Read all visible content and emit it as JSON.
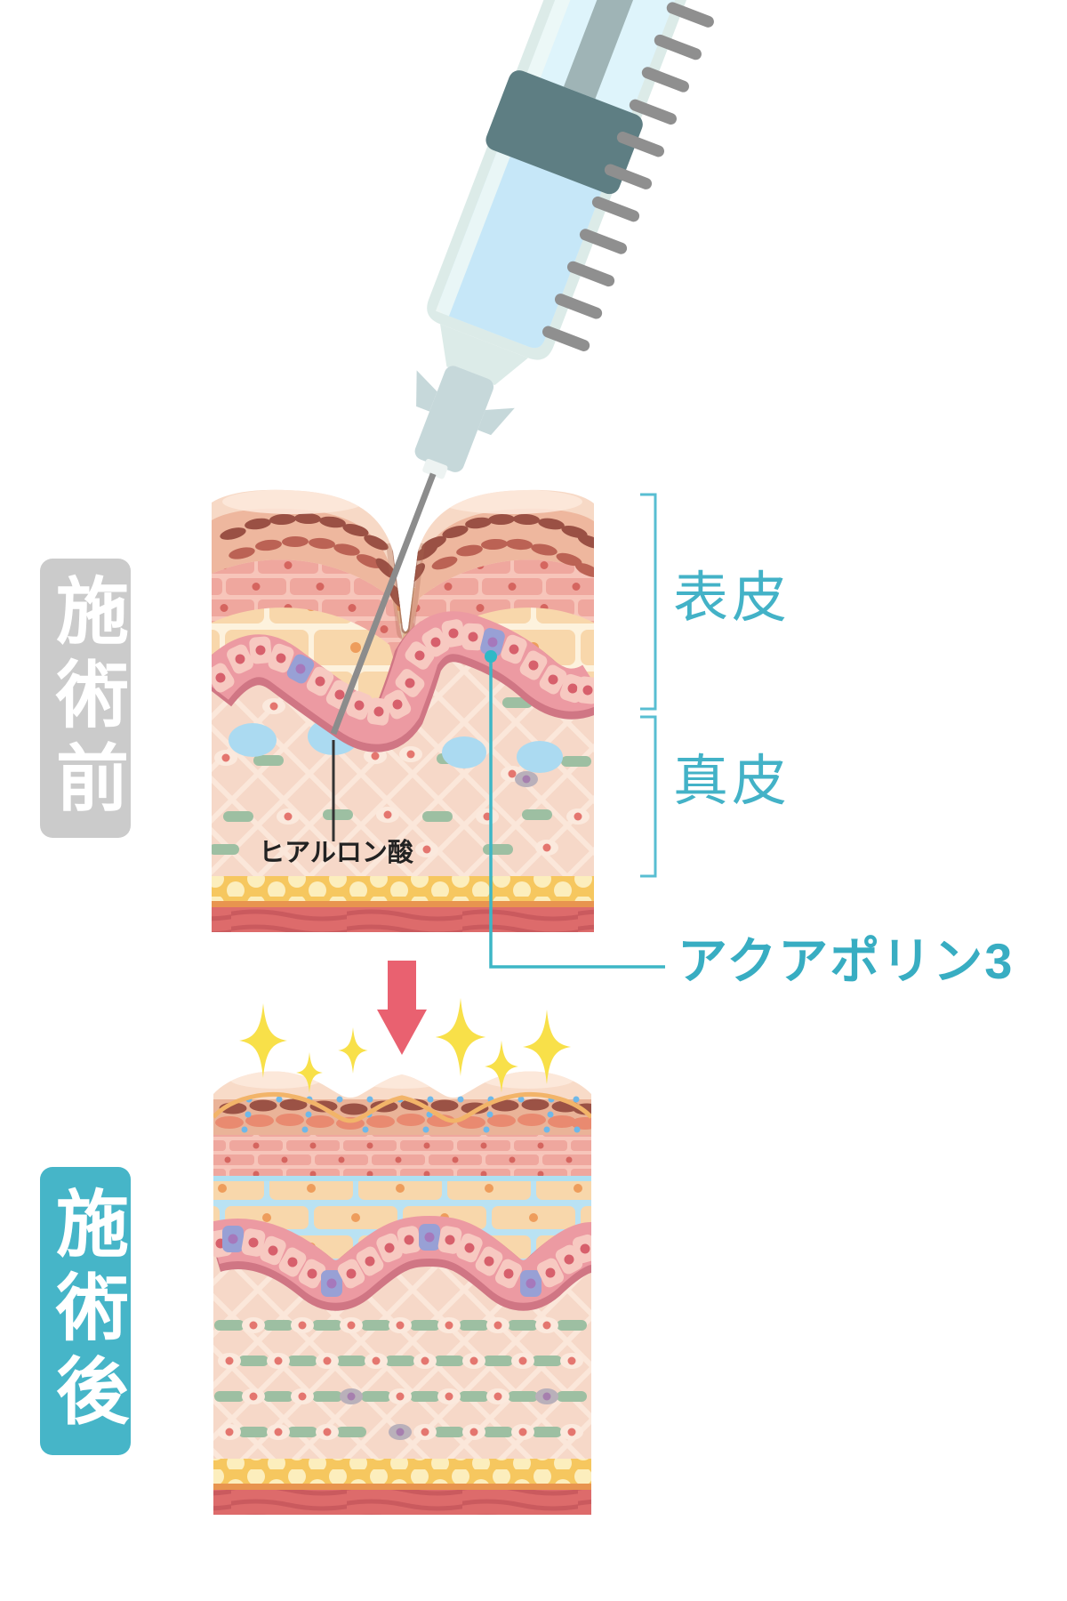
{
  "labels": {
    "before": "施術前",
    "after": "施術後",
    "epidermis": "表皮",
    "dermis": "真皮",
    "hyaluronic_acid": "ヒアルロン酸",
    "aquaporin3": "アクアポリン3"
  },
  "colors": {
    "before_badge_bg": "#cbcbcb",
    "after_badge_bg": "#46b5c8",
    "layer_label_teal": "#43b2c7",
    "aquaporin_label_teal": "#38adc2",
    "bracket_teal": "#58bed2",
    "leader_line_teal": "#3db6c6",
    "leader_line_black": "#333333",
    "arrow_pink": "#e96170",
    "sparkle_yellow": "#f8e049",
    "hyaluronic_blob_blue": "#abdaf1",
    "aquaporin_cell_purple": "#98a0d5",
    "syringe_liquid_blue": "#c6e7f8",
    "syringe_plunger_slate": "#5e7e83",
    "skin_surface_cream": "#f7d9c6",
    "fat_layer_yellow": "#f6c75f",
    "muscle_layer_red": "#dd6b6b"
  }
}
